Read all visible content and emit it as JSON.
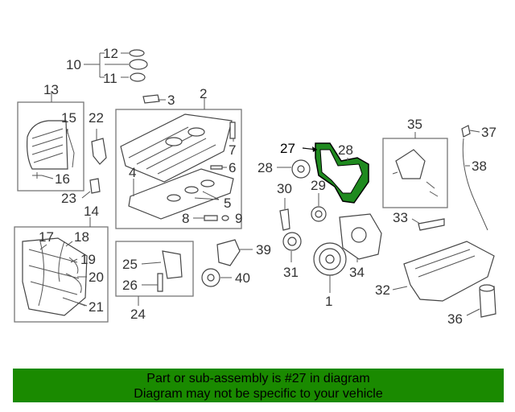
{
  "callouts": {
    "c1": "1",
    "c2": "2",
    "c3": "3",
    "c4": "4",
    "c5": "5",
    "c6": "6",
    "c7": "7",
    "c8": "8",
    "c9": "9",
    "c10": "10",
    "c11": "11",
    "c12": "12",
    "c13": "13",
    "c14": "14",
    "c15": "15",
    "c16": "16",
    "c17": "17",
    "c18": "18",
    "c19": "19",
    "c20": "20",
    "c21": "21",
    "c22": "22",
    "c23": "23",
    "c24": "24",
    "c25": "25",
    "c26": "26",
    "c27": "27",
    "c28": "28",
    "c29": "29",
    "c30": "30",
    "c31": "31",
    "c32": "32",
    "c33": "33",
    "c34": "34",
    "c35": "35",
    "c36": "36",
    "c37": "37",
    "c38": "38",
    "c39": "39",
    "c40": "40"
  },
  "highlight": {
    "part_number": "27",
    "color": "#1f8a1f"
  },
  "footer": {
    "line1": "Part or sub-assembly is #27 in diagram",
    "line2": "Diagram may not be specific to your vehicle",
    "background": "#1a8a00"
  }
}
